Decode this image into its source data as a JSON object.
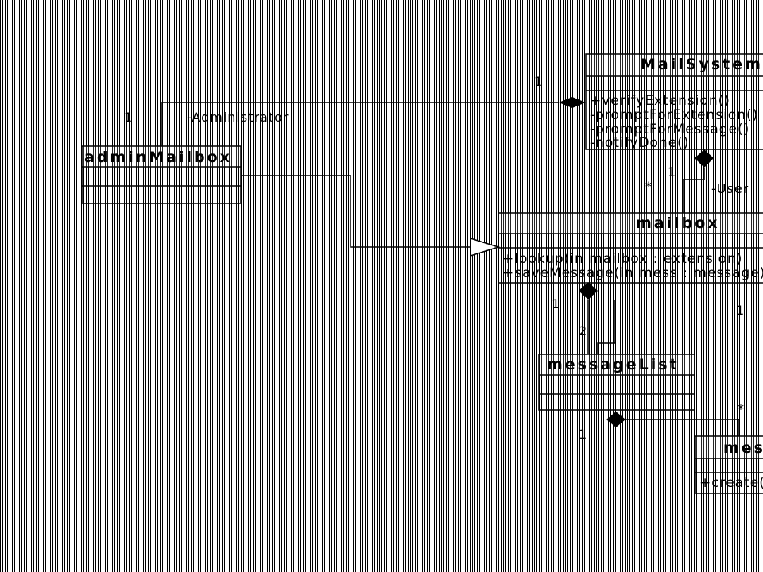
{
  "classes": {
    "mailsystem": {
      "title": "MailSystem",
      "operations": [
        "+verifyExtension()",
        "-promptForExtension()",
        "-promptForMessage()",
        "-notifyDone()"
      ]
    },
    "adminmailbox": {
      "title": "adminMailbox",
      "operations": []
    },
    "mailbox": {
      "title": "mailbox",
      "operations": [
        "+lookup(in mailbox : extension)",
        "+saveMessage(in mess : message)"
      ]
    },
    "messagelist": {
      "title": "messageList",
      "operations": []
    },
    "message": {
      "title": "message",
      "operations": [
        "+create()"
      ]
    }
  },
  "labels": {
    "admin_role": "-Administrator",
    "user_role": "-User",
    "mult_mailsystem_admin": "1",
    "mult_admin": "1",
    "mult_mailsystem_mailbox": "1",
    "mult_mailbox_star": "*",
    "mult_mailbox_messagelist": "1",
    "mult_messagelist_2": "2",
    "mult_mailbox_message": "1",
    "mult_messagelist_message": "1",
    "mult_message_star": "*"
  }
}
